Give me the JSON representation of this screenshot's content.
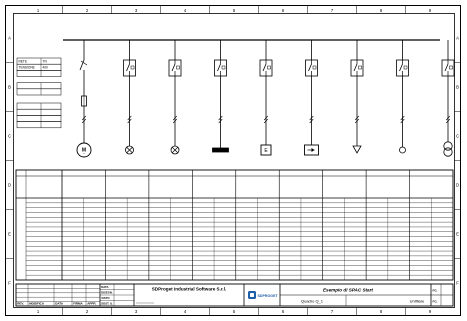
{
  "frame": {
    "columns": [
      "1",
      "2",
      "3",
      "4",
      "5",
      "6",
      "7",
      "8",
      "9"
    ],
    "rows": [
      "A",
      "B",
      "C",
      "D",
      "E",
      "F"
    ]
  },
  "header_block": {
    "rows": [
      {
        "label": "RETE",
        "value": "TN"
      },
      {
        "label": "TENSIONE",
        "value": "400"
      },
      {
        "label": "",
        "value": ""
      },
      {
        "label": "",
        "value": ""
      },
      {
        "label": "",
        "value": ""
      },
      {
        "label": "",
        "value": ""
      },
      {
        "label": "",
        "value": ""
      },
      {
        "label": "",
        "value": ""
      },
      {
        "label": "",
        "value": ""
      }
    ]
  },
  "main_feeder": {
    "breaker_tag": "",
    "fuse_tag": ""
  },
  "circuits": [
    {
      "breaker_tag": "",
      "load_tag": "",
      "load_icon": "motor-symbol",
      "load_text": "M"
    },
    {
      "breaker_tag": "",
      "load_tag": "",
      "load_icon": "lamp-symbol",
      "load_text": ""
    },
    {
      "breaker_tag": "",
      "load_tag": "",
      "load_icon": "lamp-symbol",
      "load_text": ""
    },
    {
      "breaker_tag": "",
      "load_tag": "",
      "load_icon": "heater-symbol",
      "load_text": ""
    },
    {
      "breaker_tag": "",
      "load_tag": "",
      "load_icon": "board-box-symbol",
      "load_text": "E"
    },
    {
      "breaker_tag": "",
      "load_tag": "",
      "load_icon": "rectifier-box-symbol",
      "load_text": ""
    },
    {
      "breaker_tag": "",
      "load_tag": "",
      "load_icon": "ground-symbol",
      "load_text": ""
    },
    {
      "breaker_tag": "",
      "load_tag": "",
      "load_icon": "terminal-symbol",
      "load_text": ""
    },
    {
      "breaker_tag": "",
      "load_tag": "",
      "load_icon": "transformer-symbol",
      "load_text": ""
    }
  ],
  "legend_rows": [
    "",
    "",
    "",
    "",
    "",
    "",
    "",
    "",
    "",
    "",
    "",
    "",
    "",
    "",
    "",
    "",
    ""
  ],
  "table_columns": [
    {
      "header": "",
      "desc_1": "",
      "desc_2": "",
      "cells": [
        "",
        "",
        "",
        "",
        "",
        "",
        "",
        "",
        "",
        "",
        "",
        "",
        "",
        "",
        "",
        "",
        ""
      ]
    },
    {
      "header": "",
      "desc_1": "",
      "desc_2": "",
      "cells": [
        "",
        "",
        "",
        "",
        "",
        "",
        "",
        "",
        "",
        "",
        "",
        "",
        "",
        "",
        "",
        "",
        ""
      ]
    },
    {
      "header": "",
      "desc_1": "",
      "desc_2": "",
      "cells": [
        "",
        "",
        "",
        "",
        "",
        "",
        "",
        "",
        "",
        "",
        "",
        "",
        "",
        "",
        "",
        "",
        ""
      ]
    },
    {
      "header": "",
      "desc_1": "",
      "desc_2": "",
      "cells": [
        "",
        "",
        "",
        "",
        "",
        "",
        "",
        "",
        "",
        "",
        "",
        "",
        "",
        "",
        "",
        "",
        ""
      ]
    },
    {
      "header": "",
      "desc_1": "",
      "desc_2": "",
      "cells": [
        "",
        "",
        "",
        "",
        "",
        "",
        "",
        "",
        "",
        "",
        "",
        "",
        "",
        "",
        "",
        "",
        ""
      ]
    },
    {
      "header": "",
      "desc_1": "",
      "desc_2": "",
      "cells": [
        "",
        "",
        "",
        "",
        "",
        "",
        "",
        "",
        "",
        "",
        "",
        "",
        "",
        "",
        "",
        "",
        ""
      ]
    },
    {
      "header": "",
      "desc_1": "",
      "desc_2": "",
      "cells": [
        "",
        "",
        "",
        "",
        "",
        "",
        "",
        "",
        "",
        "",
        "",
        "",
        "",
        "",
        "",
        "",
        ""
      ]
    },
    {
      "header": "",
      "desc_1": "",
      "desc_2": "",
      "cells": [
        "",
        "",
        "",
        "",
        "",
        "",
        "",
        "",
        "",
        "",
        "",
        "",
        "",
        "",
        "",
        "",
        ""
      ]
    },
    {
      "header": "",
      "desc_1": "",
      "desc_2": "",
      "cells": [
        "",
        "",
        "",
        "",
        "",
        "",
        "",
        "",
        "",
        "",
        "",
        "",
        "",
        "",
        "",
        "",
        ""
      ]
    }
  ],
  "title_block": {
    "revision_labels": [
      "REV.",
      "MODIFICA",
      "DATA",
      "FIRMA",
      "APPR."
    ],
    "meta_labels": [
      "DATA",
      "DISEGN.",
      "VISTO",
      "SOST. IL"
    ],
    "meta_values": [
      "",
      "",
      "",
      ""
    ],
    "company_name": "SDProget Industrial Software S.r.l.",
    "company_line_2": "",
    "company_line_3": "",
    "logo_text": "SDPROGET",
    "project_title": "Esempio di SPAC Start",
    "board_name": "Quadro Q_1",
    "drawing_type": "Unifilare",
    "sheet_labels": [
      "FG.",
      "FG."
    ],
    "sheet_values": [
      "",
      ""
    ]
  }
}
